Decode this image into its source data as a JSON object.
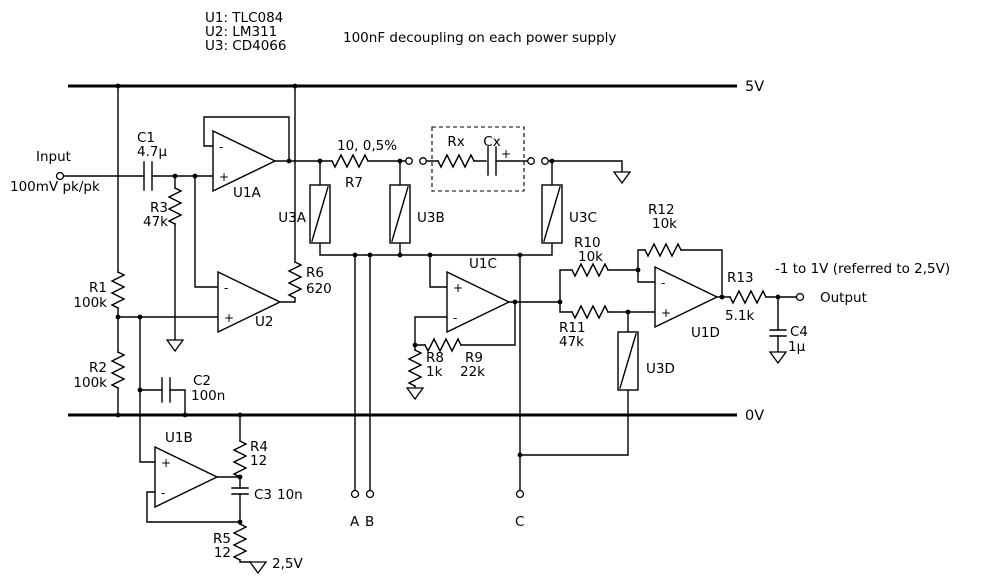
{
  "notes": {
    "u1": "U1: TLC084",
    "u2": "U2: LM311",
    "u3": "U3: CD4066",
    "decoupling": "100nF decoupling on each power supply"
  },
  "rails": {
    "vplus": "5V",
    "vzero": "0V",
    "vref": "2,5V"
  },
  "io": {
    "input_label": "Input",
    "input_level": "100mV pk/pk",
    "output_label": "Output",
    "output_range": "-1 to 1V (referred to 2,5V)"
  },
  "opamps": {
    "u1a": "U1A",
    "u1b": "U1B",
    "u1c": "U1C",
    "u1d": "U1D",
    "u2": "U2"
  },
  "switches": {
    "u3a": "U3A",
    "u3b": "U3B",
    "u3c": "U3C",
    "u3d": "U3D"
  },
  "resistors": {
    "r1": {
      "ref": "R1",
      "value": "100k"
    },
    "r2": {
      "ref": "R2",
      "value": "100k"
    },
    "r3": {
      "ref": "R3",
      "value": "47k"
    },
    "r4": {
      "ref": "R4",
      "value": "12"
    },
    "r5": {
      "ref": "R5",
      "value": "12"
    },
    "r6": {
      "ref": "R6",
      "value": "620"
    },
    "r7": {
      "ref": "R7",
      "value": "10, 0,5%"
    },
    "r8": {
      "ref": "R8",
      "value": "1k"
    },
    "r9": {
      "ref": "R9",
      "value": "22k"
    },
    "r10": {
      "ref": "R10",
      "value": "10k"
    },
    "r11": {
      "ref": "R11",
      "value": "47k"
    },
    "r12": {
      "ref": "R12",
      "value": "10k"
    },
    "r13": {
      "ref": "R13",
      "value": "5.1k"
    },
    "rx": {
      "ref": "Rx"
    }
  },
  "capacitors": {
    "c1": {
      "ref": "C1",
      "value": "4.7µ"
    },
    "c2": {
      "ref": "C2",
      "value": "100n"
    },
    "c3": {
      "ref": "C3",
      "value": "10n"
    },
    "c4": {
      "ref": "C4",
      "value": "1µ"
    },
    "cx": {
      "ref": "Cx",
      "polarity": "+"
    }
  },
  "terminals": {
    "a": "A",
    "b": "B",
    "c": "C"
  },
  "signs": {
    "plus": "+",
    "minus": "-"
  }
}
